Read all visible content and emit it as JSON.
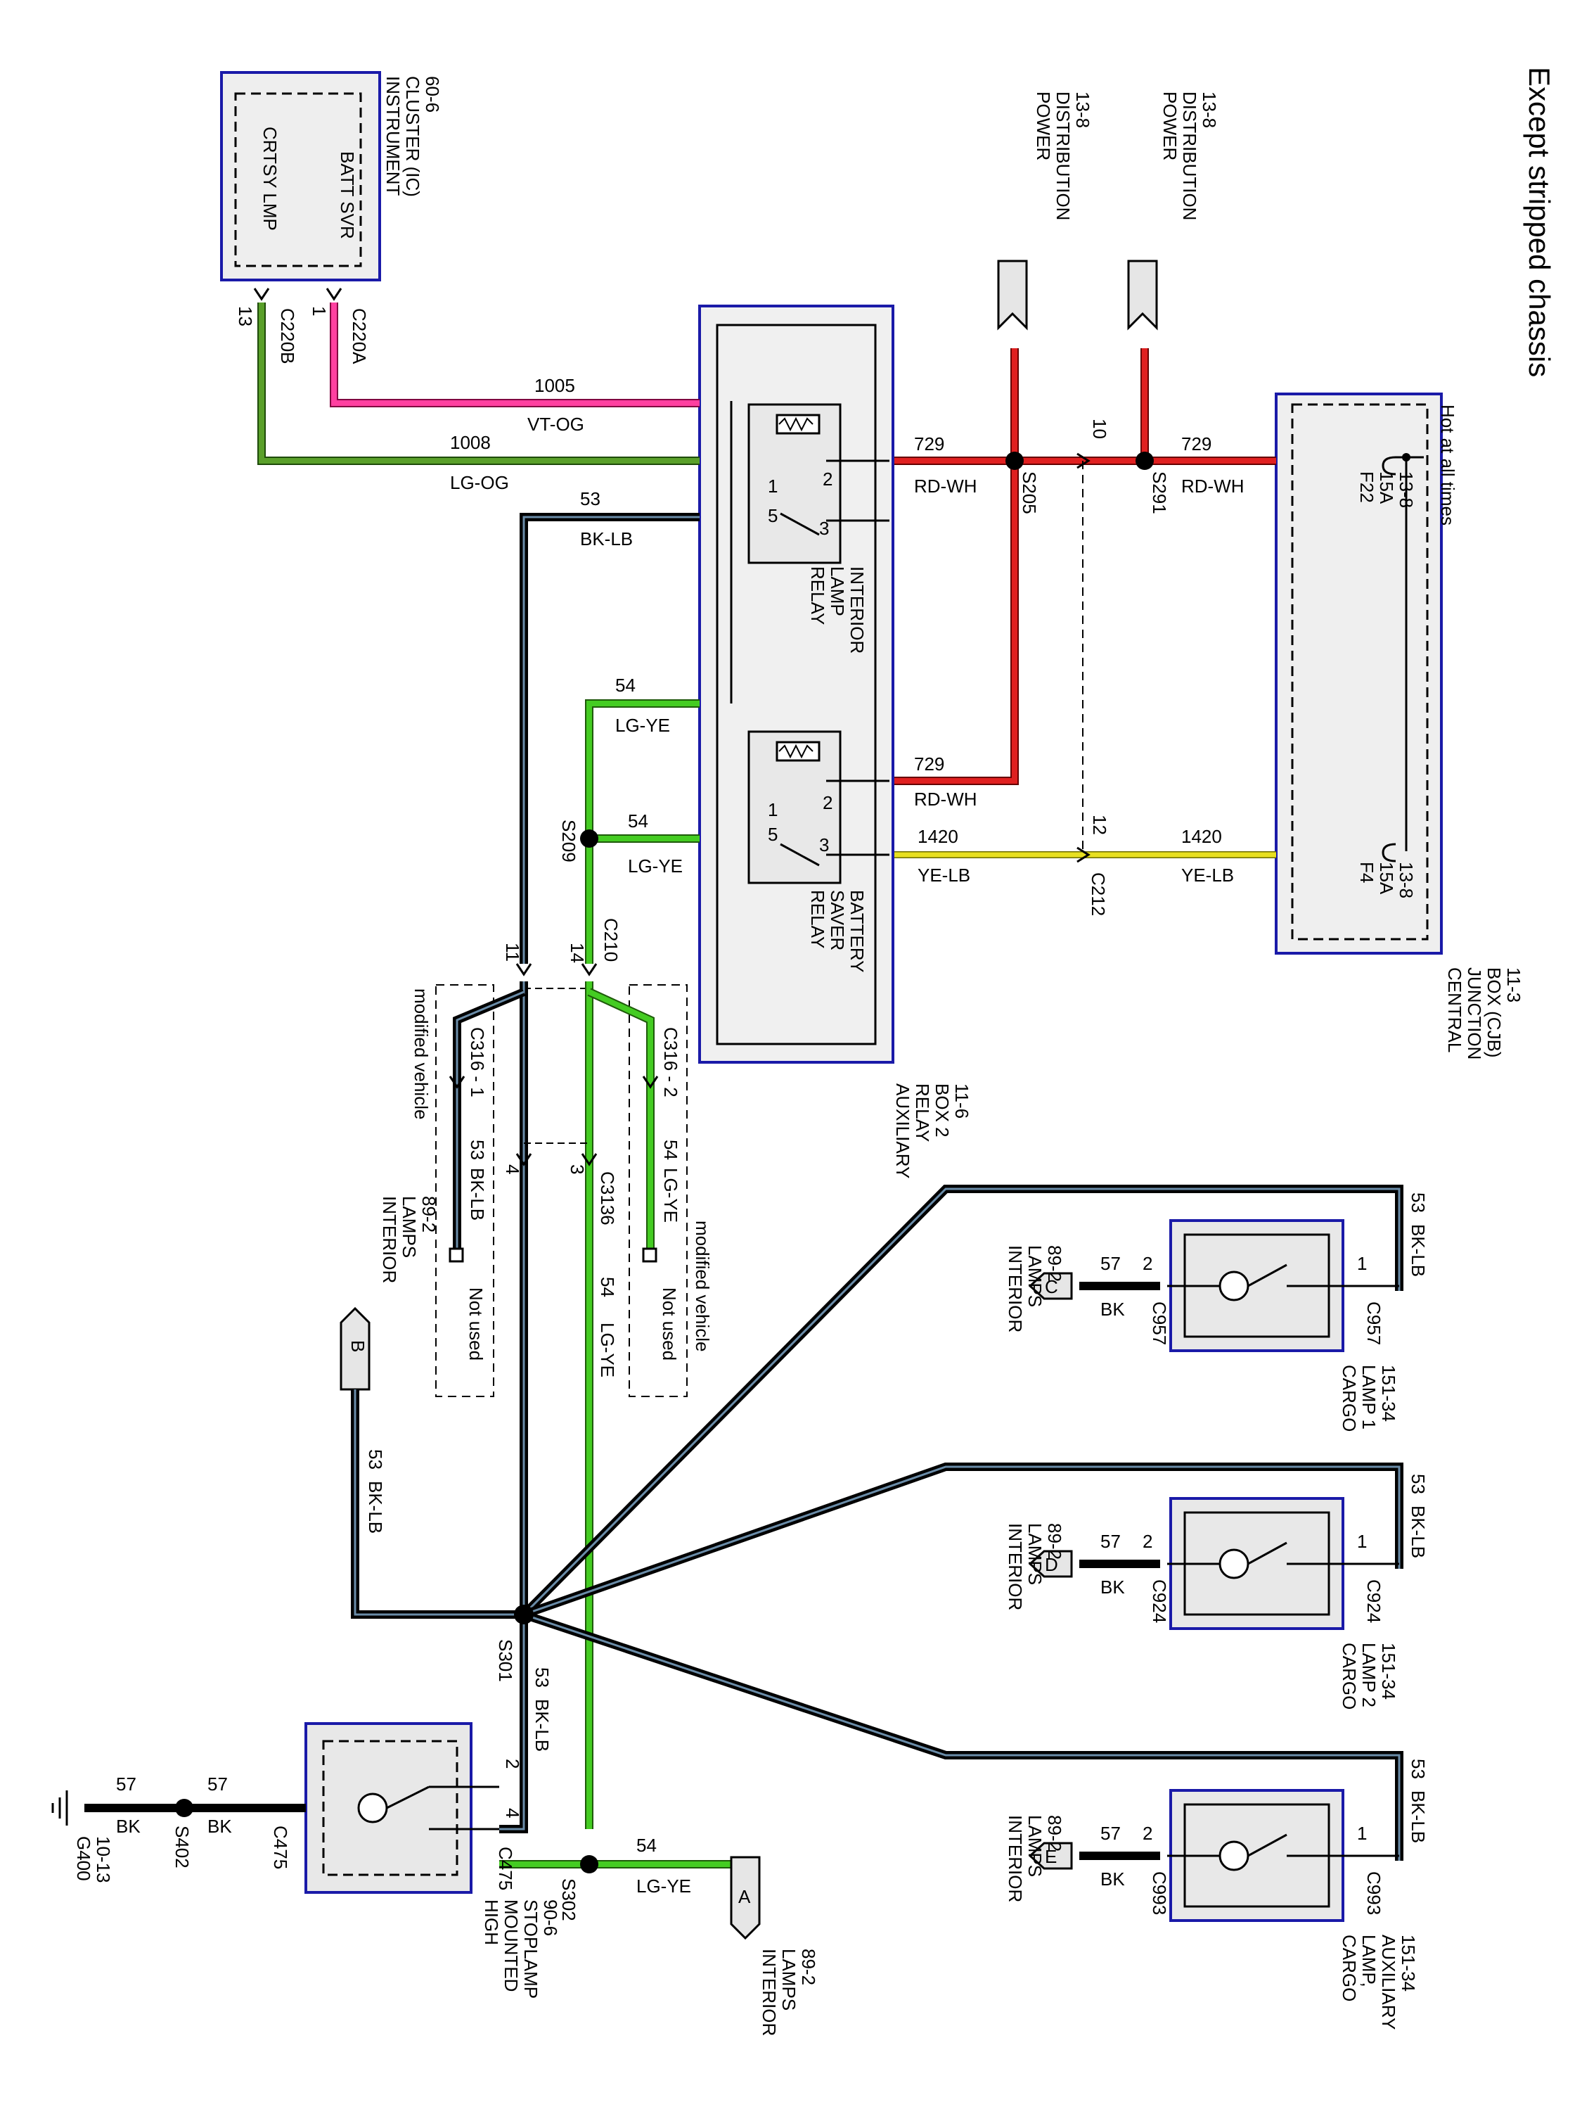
{
  "title": "Except stripped chassis",
  "hot_note": "Hot at all times",
  "components": {
    "instrument_cluster": {
      "name": [
        "INSTRUMENT",
        "CLUSTER (IC)",
        "60-6"
      ],
      "batt_svr": "BATT SVR",
      "crtsy_lmp": "CRTSY LMP"
    },
    "aux_relay_box": {
      "name": [
        "AUXILIARY",
        "RELAY",
        "BOX 2",
        "11-6"
      ]
    },
    "interior_lamp_relay": {
      "name": [
        "INTERIOR",
        "LAMP",
        "RELAY"
      ]
    },
    "battery_saver_relay": {
      "name": [
        "BATTERY",
        "SAVER",
        "RELAY"
      ]
    },
    "cjb": {
      "name": [
        "CENTRAL",
        "JUNCTION",
        "BOX (CJB)",
        "11-3"
      ]
    },
    "fuse_f22": {
      "id": "F22",
      "rating": "15A",
      "ref": "13-8"
    },
    "fuse_f4": {
      "id": "F4",
      "rating": "15A",
      "ref": "13-8"
    },
    "power_dist_1": {
      "name": [
        "POWER",
        "DISTRIBUTION",
        "13-8"
      ]
    },
    "power_dist_2": {
      "name": [
        "POWER",
        "DISTRIBUTION",
        "13-8"
      ]
    },
    "cargo_lamp_1": {
      "name": [
        "CARGO",
        "LAMP 1",
        "151-34"
      ]
    },
    "cargo_lamp_2": {
      "name": [
        "CARGO",
        "LAMP 2",
        "151-34"
      ]
    },
    "cargo_lamp_aux": {
      "name": [
        "CARGO",
        "LAMP,",
        "AUXILIARY",
        "151-34"
      ]
    },
    "high_mount_stoplamp": {
      "name": [
        "HIGH",
        "MOUNTED",
        "STOPLAMP",
        "90-6"
      ]
    },
    "interior_lamps_top": {
      "name": [
        "INTERIOR",
        "LAMPS",
        "89-2"
      ]
    },
    "interior_lamps_a": {
      "name": [
        "INTERIOR",
        "LAMPS",
        "89-2"
      ],
      "tag": "A"
    },
    "interior_lamps_c": {
      "name": [
        "INTERIOR",
        "LAMPS",
        "89-2"
      ],
      "tag": "C"
    },
    "interior_lamps_d": {
      "name": [
        "INTERIOR",
        "LAMPS",
        "89-2"
      ],
      "tag": "D"
    },
    "interior_lamps_e": {
      "name": [
        "INTERIOR",
        "LAMPS",
        "89-2"
      ],
      "tag": "E"
    },
    "interior_lamps_b_tag": "B",
    "ground": {
      "name": [
        "G400",
        "10-13"
      ]
    },
    "modified_vehicle": "modified vehicle",
    "not_used": "Not used"
  },
  "connectors": {
    "c220a": "C220A",
    "c220b": "C220B",
    "pin_1": "1",
    "pin_13": "13",
    "c210": "C210",
    "c210_pin11": "11",
    "c210_pin14": "14",
    "c212": "C212",
    "c212_pin12": "12",
    "c212_pin10": "10",
    "c3136": "C3136",
    "c3136_pin4": "4",
    "c3136_pin3": "3",
    "c316_1": "C316 - 1",
    "c316_2": "C316 - 2",
    "c316_pin1": "1",
    "c316_pin2": "2",
    "c957": "C957",
    "c924": "C924",
    "c993": "C993",
    "c475": "C475",
    "pin_2": "2",
    "pin_4": "4"
  },
  "splices": {
    "s205": "S205",
    "s291": "S291",
    "s209": "S209",
    "s301": "S301",
    "s302": "S302",
    "s402": "S402"
  },
  "relay_pins": {
    "p1": "1",
    "p2": "2",
    "p3": "3",
    "p5": "5"
  },
  "wires": {
    "w1005": {
      "circuit": "1005",
      "color": "VT-OG",
      "hex": "#ff40a0"
    },
    "w1008": {
      "circuit": "1008",
      "color": "LG-OG",
      "hex": "#5aa02a"
    },
    "w53": {
      "circuit": "53",
      "color": "BK-LB",
      "hex": "#0a1420"
    },
    "w54": {
      "circuit": "54",
      "color": "LG-YE",
      "hex": "#44cc22"
    },
    "w729": {
      "circuit": "729",
      "color": "RD-WH",
      "hex": "#e02020"
    },
    "w1420": {
      "circuit": "1420",
      "color": "YE-LB",
      "hex": "#e8e020"
    },
    "w57": {
      "circuit": "57",
      "color": "BK",
      "hex": "#000000"
    }
  }
}
